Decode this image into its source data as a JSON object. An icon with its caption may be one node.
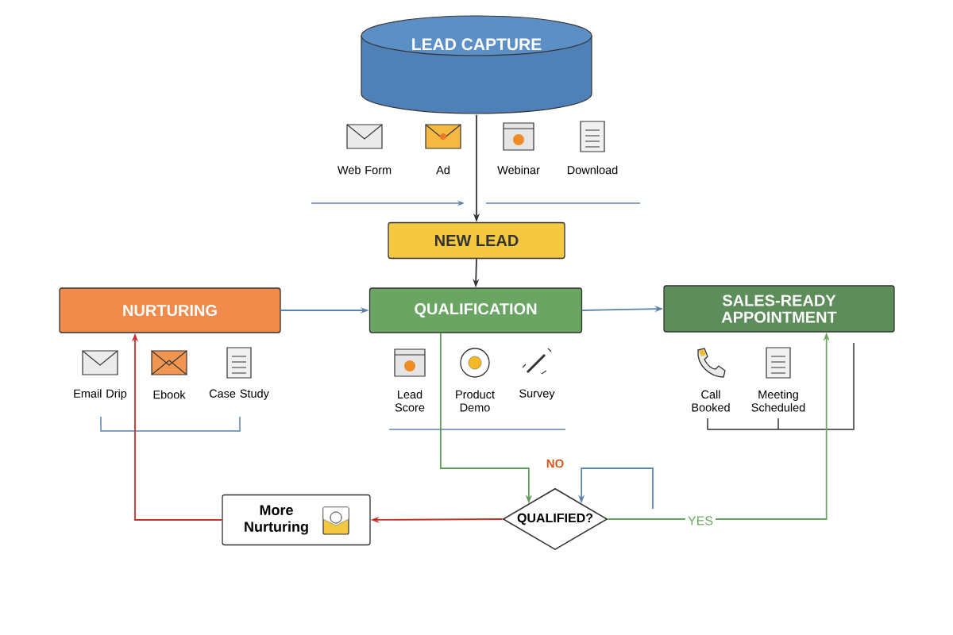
{
  "diagram": {
    "nodes": [
      {
        "text": [
          "LEAD CAPTURE"
        ]
      },
      {
        "text": [
          "NEW LEAD"
        ]
      },
      {
        "text": [
          "NURTURING"
        ]
      },
      {
        "text": [
          "QUALIFICATION"
        ]
      },
      {
        "text": [
          "SALES-READY APPOINTMENT"
        ]
      },
      {
        "text": [
          "QUALIFIED?"
        ]
      },
      {
        "text": [
          "More Nurturing"
        ]
      }
    ],
    "edges": [
      {
        "from": 0,
        "to": 1,
        "arrow": "to",
        "color": "#333333"
      },
      {
        "from": 1,
        "to": 3,
        "arrow": "to",
        "color": "#333333"
      },
      {
        "from": 2,
        "to": 3,
        "arrow": "to"
      },
      {
        "from": 3,
        "to": 4,
        "arrow": "to"
      },
      {
        "from": 3,
        "to": 5,
        "arrow": "to",
        "color": "#5e9a58"
      },
      {
        "from": null,
        "to": 5,
        "arrow": "to"
      },
      {
        "from": 5,
        "to": 6,
        "arrow": "to",
        "color": "#c8322b"
      },
      {
        "from": 6,
        "to": 2,
        "arrow": "to",
        "color": "#c8322b"
      },
      {
        "from": 5,
        "to": 4,
        "arrow": "to",
        "label": "YES",
        "color": "#6aa564"
      }
    ],
    "labels": [
      "Web Form",
      "Ad",
      "Webinar",
      "Download",
      "Email Drip",
      "Ebook",
      "Case Study",
      "Lead Score",
      "Product Demo",
      "Survey",
      "Call Booked",
      "Meeting Scheduled",
      "NO"
    ]
  }
}
